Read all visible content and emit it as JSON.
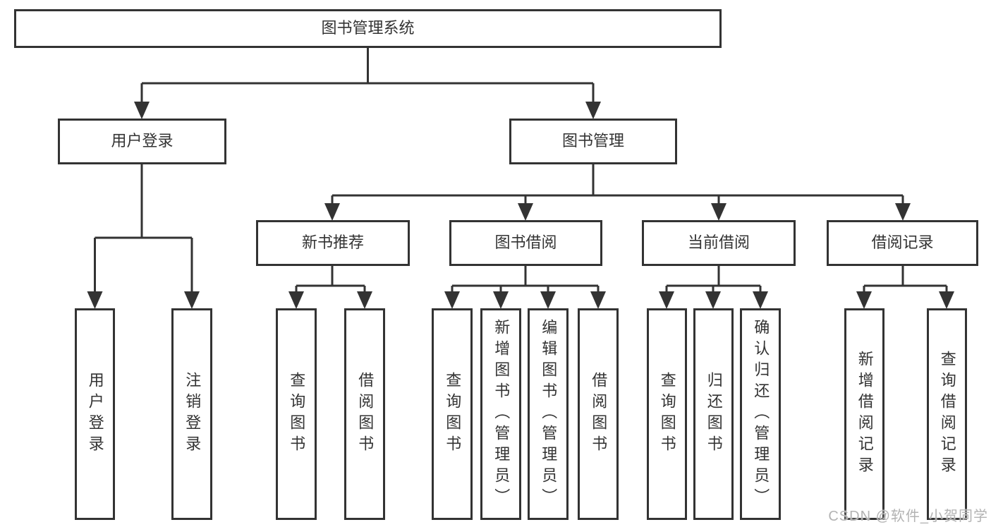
{
  "diagram": {
    "root": {
      "label": "图书管理系统"
    },
    "login": {
      "label": "用户登录",
      "children": [
        {
          "label": "用户登录"
        },
        {
          "label": "注销登录"
        }
      ]
    },
    "manage": {
      "label": "图书管理"
    },
    "recommend": {
      "label": "新书推荐",
      "children": [
        {
          "label": "查询图书"
        },
        {
          "label": "借阅图书"
        }
      ]
    },
    "borrow": {
      "label": "图书借阅",
      "children": [
        {
          "label": "查询图书"
        },
        {
          "label": "新增图书（管理员）"
        },
        {
          "label": "编辑图书（管理员）"
        },
        {
          "label": "借阅图书"
        }
      ]
    },
    "current": {
      "label": "当前借阅",
      "children": [
        {
          "label": "查询图书"
        },
        {
          "label": "归还图书"
        },
        {
          "label": "确认归还（管理员）"
        }
      ]
    },
    "records": {
      "label": "借阅记录",
      "children": [
        {
          "label": "新增借阅记录"
        },
        {
          "label": "查询借阅记录"
        }
      ]
    }
  },
  "watermark": {
    "text": "CSDN @软件_小贺同学"
  },
  "colors": {
    "line": "#333333",
    "text": "#333333",
    "watermark": "#b3b3b3",
    "background": "#ffffff"
  }
}
